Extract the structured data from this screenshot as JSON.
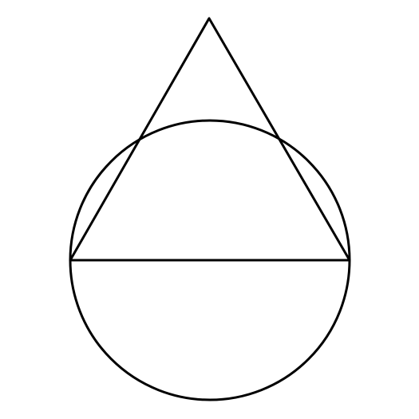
{
  "diagram": {
    "background_color": "#ffffff",
    "stroke_color": "#000000",
    "shapes": [
      {
        "kind": "circle",
        "name": "circle"
      },
      {
        "kind": "triangle",
        "name": "triangle",
        "base_is_circle_diameter": true
      }
    ]
  }
}
